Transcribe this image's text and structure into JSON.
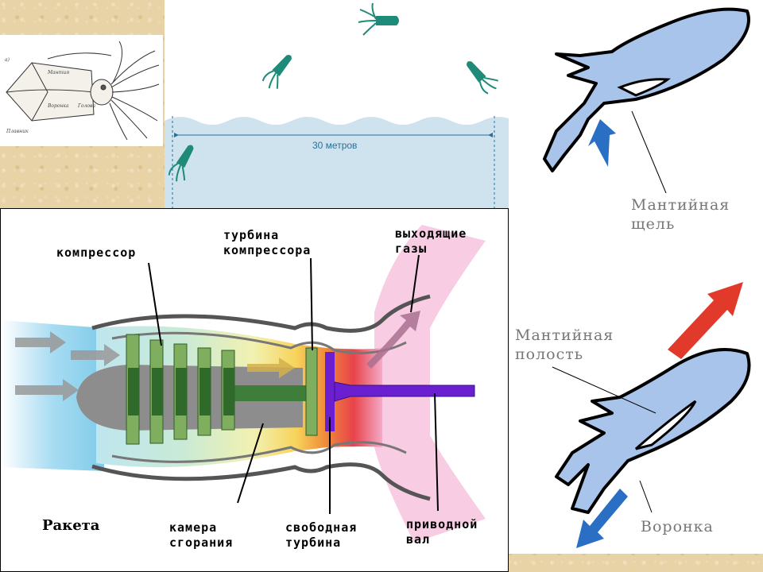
{
  "sketch": {
    "tag": "а)",
    "labels": {
      "fin": "Плавник",
      "mantle": "Мантия",
      "funnel": "Воронка",
      "head": "Голова"
    }
  },
  "flight": {
    "distance_label": "30 метров"
  },
  "squid_right": {
    "slit_label": "Мантийная\nщель",
    "cavity_label": "Мантийная\nполость",
    "funnel_label": "Воронка"
  },
  "engine": {
    "compressor": "компрессор",
    "compressor_turbine": "турбина\nкомпрессора",
    "exhaust_gases": "выходящие\nгазы",
    "combustion_chamber": "камера\nсгорания",
    "free_turbine": "свободная\nтурбина",
    "drive_shaft": "приводной\nвал",
    "rocket": "Ракета"
  },
  "colors": {
    "squid_teal": "#1e8a78",
    "water": "#cfe3ef",
    "body_blue": "#a9c4ea",
    "arrow_blue": "#2a6fc4",
    "arrow_red": "#e23a2a",
    "compressor_green": "#3c7d3a",
    "turbine_purple": "#6a1fd0"
  },
  "icons": [
    "squid-icon",
    "arrow-icon"
  ]
}
